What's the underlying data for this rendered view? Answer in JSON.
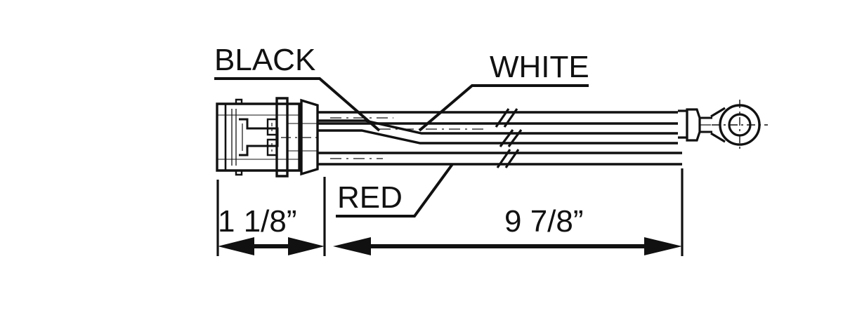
{
  "drawing": {
    "title": "wire-harness-assembly",
    "background_color": "#ffffff",
    "line_color": "#111111",
    "labels": {
      "black": "BLACK",
      "white": "WHITE",
      "red": "RED"
    },
    "dimensions": {
      "connector_length": "1 1/8”",
      "lead_length": "9 7/8”"
    },
    "components": {
      "connector": "connector-body",
      "ring_terminal": "ring-terminal",
      "crimp_barrel": "crimp-barrel",
      "wires": [
        "black-wire",
        "white-wire",
        "red-wire"
      ],
      "break_marks": "wire-break-marks"
    }
  }
}
